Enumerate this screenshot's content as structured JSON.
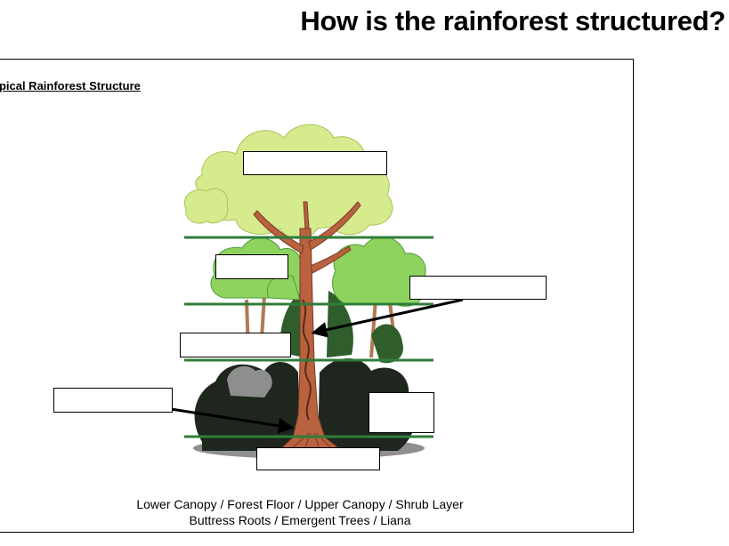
{
  "header": {
    "title": "How is the rainforest structured?"
  },
  "worksheet": {
    "title": "opical Rainforest Structure",
    "word_bank": {
      "line1": "Lower Canopy / Forest Floor / Upper Canopy / Shrub Layer",
      "line2": "Buttress Roots / Emergent Trees / Liana"
    },
    "label_boxes": [
      {
        "name": "emergent-layer-label-box",
        "value": ""
      },
      {
        "name": "upper-canopy-label-box",
        "value": ""
      },
      {
        "name": "liana-label-box",
        "value": ""
      },
      {
        "name": "lower-canopy-label-box",
        "value": ""
      },
      {
        "name": "buttress-roots-label-box",
        "value": ""
      },
      {
        "name": "shrub-layer-label-box",
        "value": ""
      },
      {
        "name": "forest-floor-label-box",
        "value": ""
      }
    ],
    "colors": {
      "layer_line": "#2f7d3a",
      "emergent_foliage": "#d4e88a",
      "canopy_foliage": "#7fc95a",
      "dark_foliage": "#3f7a3a",
      "shrub_foliage": "#1f2a1f",
      "trunk": "#b85c3c",
      "arrow": "#000000"
    }
  }
}
